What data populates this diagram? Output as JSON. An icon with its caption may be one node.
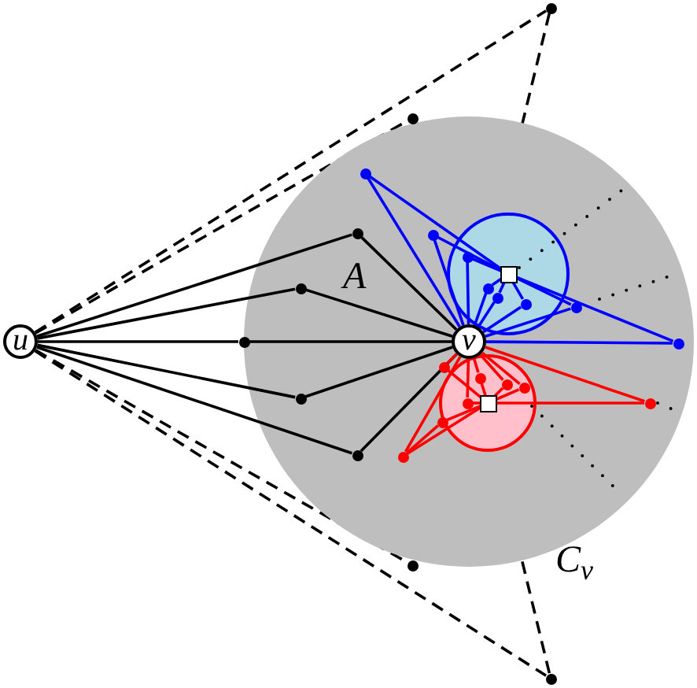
{
  "diagram": {
    "nodes": [
      {
        "text": [
          "u"
        ]
      },
      {
        "text": [
          "v"
        ]
      },
      {
        "text": [],
        "shape": "circle"
      },
      {
        "text": [],
        "shape": "circle"
      },
      {
        "text": [],
        "shape": "circle"
      },
      {
        "text": [],
        "shape": "circle"
      },
      {
        "text": [],
        "shape": "circle"
      },
      {
        "text": [],
        "shape": "circle"
      },
      {
        "text": [],
        "shape": "circle"
      },
      {
        "text": [],
        "shape": "circle"
      },
      {
        "text": [],
        "shape": "circle"
      },
      {
        "text": [],
        "shape": "circle"
      },
      {
        "text": [],
        "shape": "circle"
      },
      {
        "text": [],
        "shape": "circle"
      },
      {
        "text": [],
        "shape": "box"
      },
      {
        "text": [],
        "shape": "circle"
      },
      {
        "text": [],
        "shape": "circle"
      },
      {
        "text": [],
        "shape": "circle"
      },
      {
        "text": [],
        "shape": "circle"
      },
      {
        "text": [],
        "shape": "circle"
      },
      {
        "text": [],
        "shape": "box"
      },
      {
        "text": [],
        "shape": "circle"
      },
      {
        "text": [],
        "shape": "circle"
      },
      {
        "text": [],
        "shape": "circle"
      },
      {
        "text": [],
        "shape": "circle"
      },
      {
        "text": [],
        "shape": "circle"
      },
      {
        "text": [],
        "shape": "circle"
      },
      {
        "text": [],
        "shape": "circle"
      },
      {
        "text": [],
        "shape": "circle"
      }
    ],
    "edges": [
      {
        "from": 0,
        "to": 2,
        "arrow": "none"
      },
      {
        "from": 2,
        "to": 1,
        "arrow": "none"
      },
      {
        "from": 0,
        "to": 3,
        "arrow": "none"
      },
      {
        "from": 3,
        "to": 1,
        "arrow": "none"
      },
      {
        "from": 0,
        "to": 4,
        "arrow": "none"
      },
      {
        "from": 4,
        "to": 1,
        "arrow": "none"
      },
      {
        "from": 0,
        "to": 5,
        "arrow": "none"
      },
      {
        "from": 5,
        "to": 1,
        "arrow": "none"
      },
      {
        "from": 0,
        "to": 6,
        "arrow": "none"
      },
      {
        "from": 6,
        "to": 1,
        "arrow": "none"
      },
      {
        "from": 0,
        "to": 7,
        "arrow": "none",
        "style": "dashed"
      },
      {
        "from": 0,
        "to": 8,
        "arrow": "none",
        "style": "dashed"
      },
      {
        "from": 8,
        "to": 1,
        "arrow": "none",
        "style": "dashed"
      },
      {
        "from": 0,
        "to": 9,
        "arrow": "none",
        "style": "dashed"
      },
      {
        "from": 0,
        "to": 10,
        "arrow": "none",
        "style": "dashed"
      },
      {
        "from": 10,
        "to": 1,
        "arrow": "none",
        "style": "dashed"
      },
      {
        "from": 1,
        "to": 11,
        "arrow": "none",
        "color": "#0000ff"
      },
      {
        "from": 11,
        "to": 14,
        "arrow": "none",
        "color": "#0000ff"
      },
      {
        "from": 1,
        "to": 12,
        "arrow": "none",
        "color": "#0000ff"
      },
      {
        "from": 12,
        "to": 14,
        "arrow": "none",
        "color": "#0000ff"
      },
      {
        "from": 1,
        "to": 13,
        "arrow": "none",
        "color": "#0000ff"
      },
      {
        "from": 13,
        "to": 14,
        "arrow": "none",
        "color": "#0000ff"
      },
      {
        "from": 1,
        "to": 15,
        "arrow": "none",
        "color": "#0000ff"
      },
      {
        "from": 15,
        "to": 14,
        "arrow": "none",
        "color": "#0000ff"
      },
      {
        "from": 1,
        "to": 16,
        "arrow": "none",
        "color": "#0000ff"
      },
      {
        "from": 16,
        "to": 14,
        "arrow": "none",
        "color": "#0000ff"
      },
      {
        "from": 1,
        "to": 17,
        "arrow": "none",
        "color": "#0000ff"
      },
      {
        "from": 14,
        "to": 17,
        "arrow": "none",
        "color": "#0000ff"
      },
      {
        "from": 1,
        "to": 18,
        "arrow": "none",
        "color": "#0000ff"
      },
      {
        "from": 14,
        "to": 18,
        "arrow": "none",
        "color": "#0000ff"
      },
      {
        "from": 1,
        "to": 19,
        "arrow": "none",
        "color": "#0000ff"
      },
      {
        "from": 14,
        "to": 19,
        "arrow": "none",
        "color": "#0000ff"
      },
      {
        "from": 1,
        "to": 21,
        "arrow": "none",
        "color": "#ff0000"
      },
      {
        "from": 21,
        "to": 20,
        "arrow": "none",
        "color": "#ff0000"
      },
      {
        "from": 1,
        "to": 22,
        "arrow": "none",
        "color": "#ff0000"
      },
      {
        "from": 22,
        "to": 20,
        "arrow": "none",
        "color": "#ff0000"
      },
      {
        "from": 1,
        "to": 23,
        "arrow": "none",
        "color": "#ff0000"
      },
      {
        "from": 23,
        "to": 20,
        "arrow": "none",
        "color": "#ff0000"
      },
      {
        "from": 1,
        "to": 24,
        "arrow": "none",
        "color": "#ff0000"
      },
      {
        "from": 24,
        "to": 20,
        "arrow": "none",
        "color": "#ff0000"
      },
      {
        "from": 1,
        "to": 25,
        "arrow": "none",
        "color": "#ff0000"
      },
      {
        "from": 25,
        "to": 20,
        "arrow": "none",
        "color": "#ff0000"
      },
      {
        "from": 1,
        "to": 27,
        "arrow": "none",
        "color": "#ff0000"
      },
      {
        "from": 27,
        "to": 20,
        "arrow": "none",
        "color": "#ff0000"
      },
      {
        "from": 26,
        "to": 27,
        "arrow": "none",
        "color": "#ff0000"
      },
      {
        "from": 26,
        "to": 20,
        "arrow": "none",
        "color": "#ff0000"
      },
      {
        "from": 1,
        "to": 28,
        "arrow": "none",
        "color": "#ff0000"
      },
      {
        "from": 20,
        "to": 28,
        "arrow": "none",
        "color": "#ff0000"
      }
    ],
    "labels": [
      "A",
      "C$_{v}$"
    ]
  }
}
